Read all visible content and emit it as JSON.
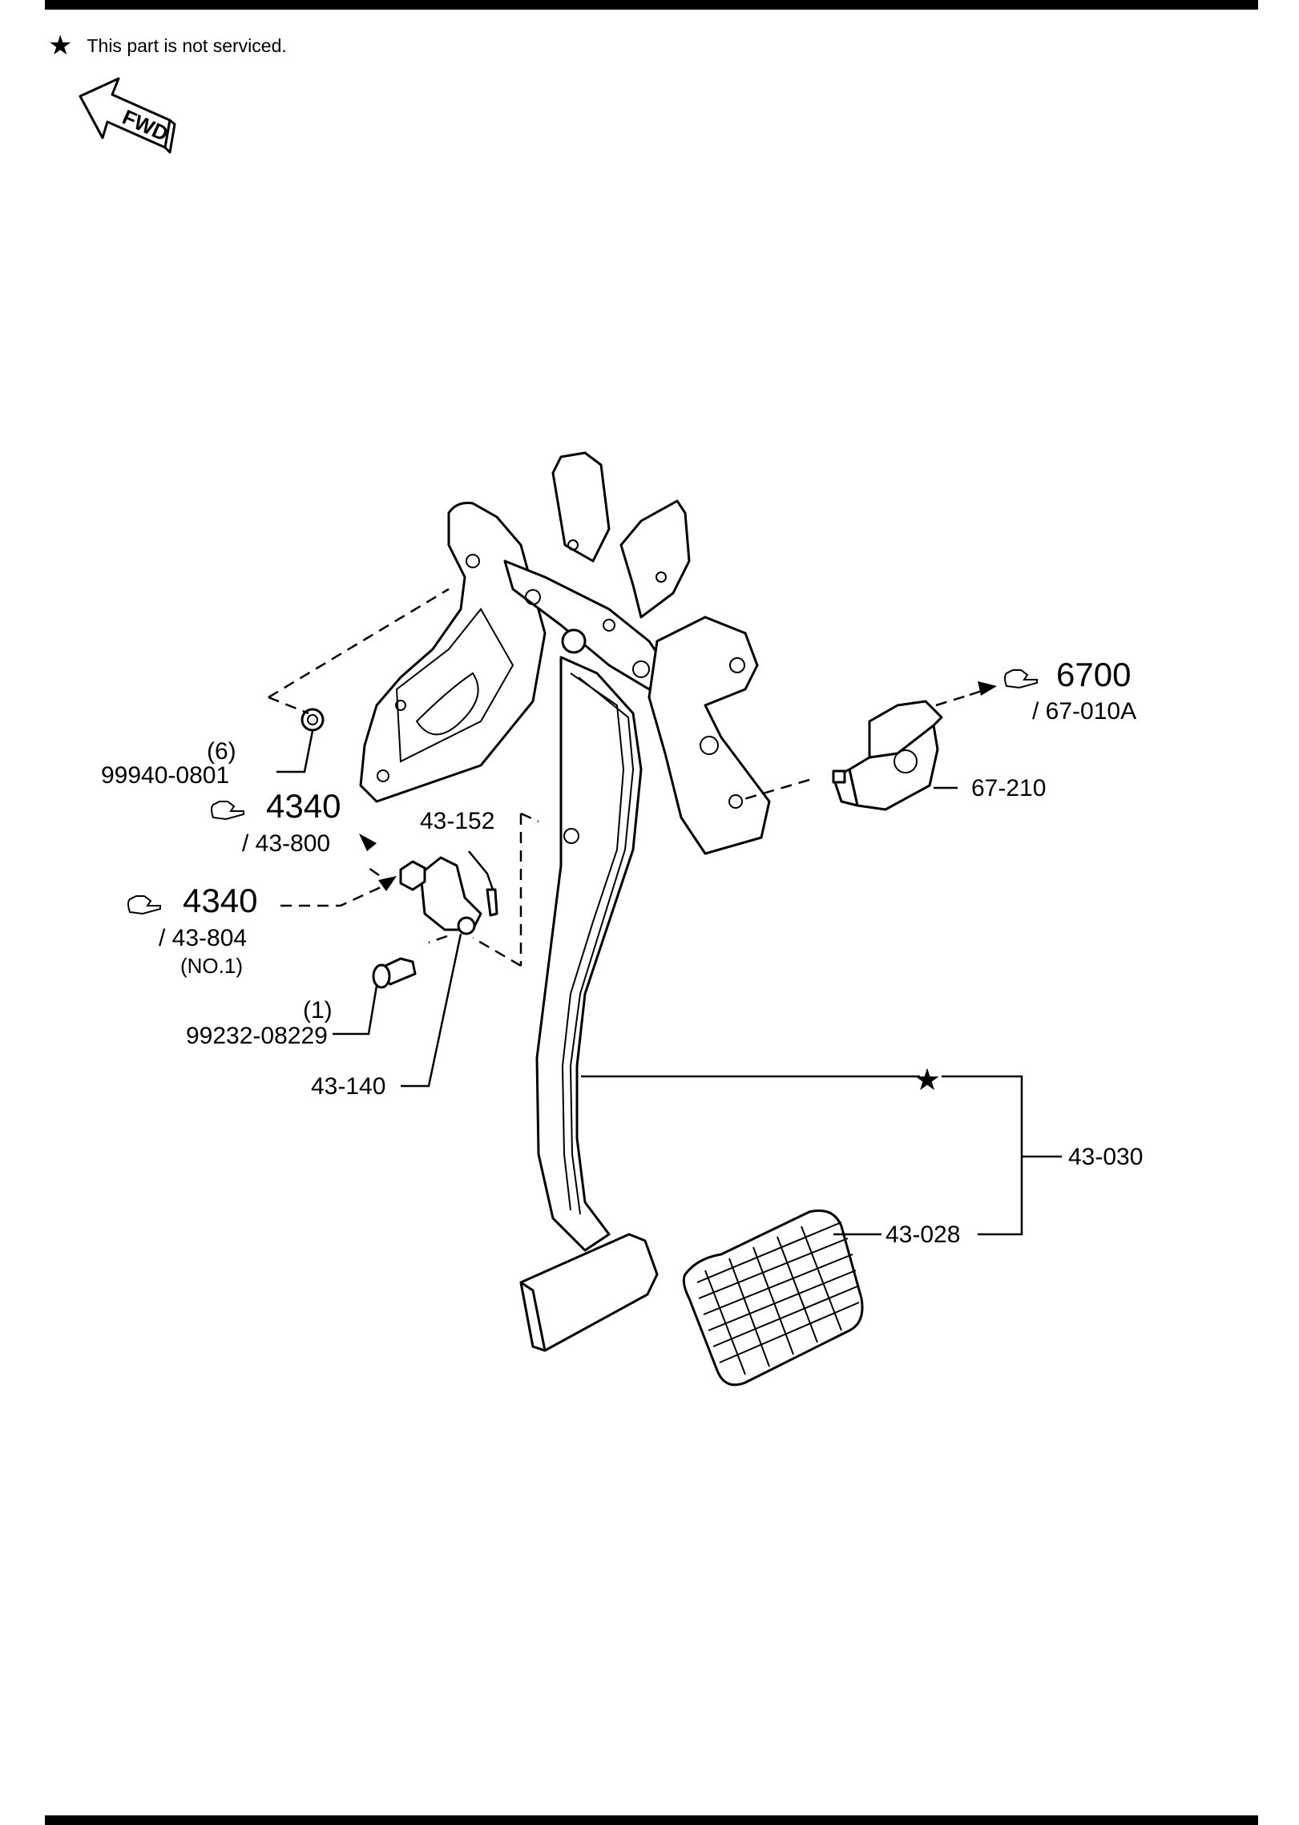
{
  "legend": {
    "symbol": "★",
    "text": "This part is not serviced."
  },
  "fwd_label": "FWD",
  "callouts": {
    "ref_6700": {
      "number": "6700",
      "sub": "/ 67-010A"
    },
    "ref_4340_a": {
      "number": "4340",
      "sub": "/ 43-800"
    },
    "ref_4340_b": {
      "number": "4340",
      "sub": "/ 43-804",
      "note": "(NO.1)"
    },
    "p_99940": {
      "qty": "(6)",
      "number": "99940-0801"
    },
    "p_99232": {
      "qty": "(1)",
      "number": "99232-08229"
    },
    "p_43152": "43-152",
    "p_43140": "43-140",
    "p_67210": "67-210",
    "p_43030": "43-030",
    "p_43028": "43-028",
    "star_mark": "★"
  }
}
